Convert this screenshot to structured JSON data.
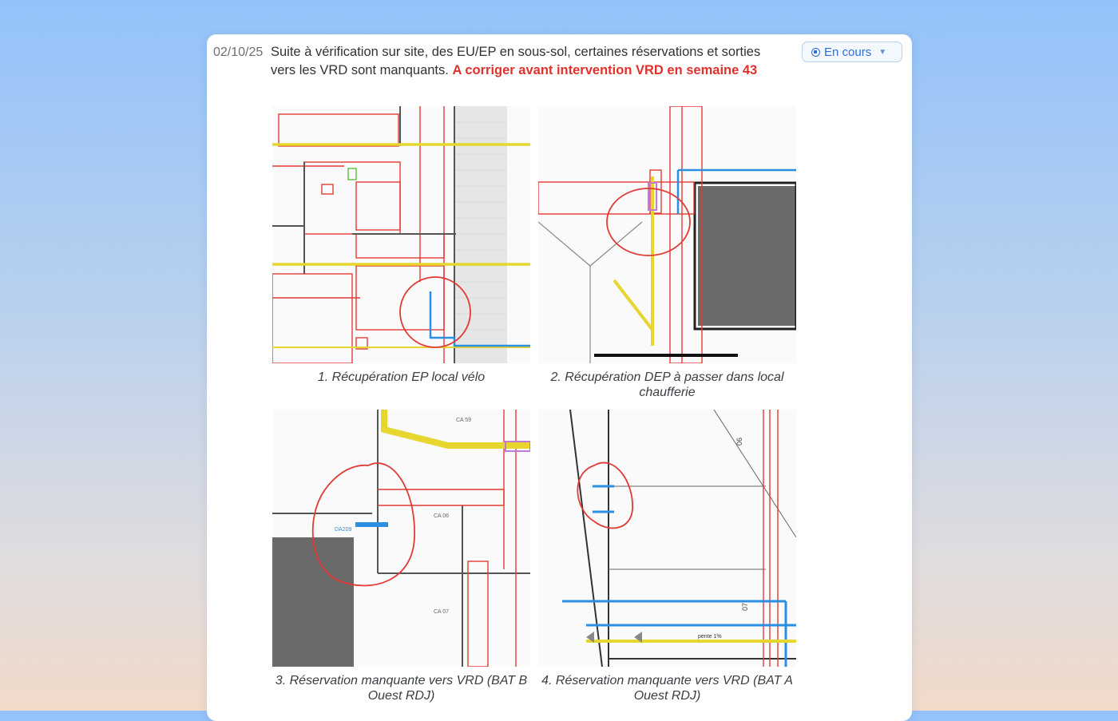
{
  "entry": {
    "date": "02/10/25",
    "note_text": "Suite à vérification sur site, des EU/EP en sous-sol, certaines réservations et sorties vers les VRD sont manquants.",
    "note_alert": "A corriger avant intervention VRD en semaine 43",
    "status_label": "En cours",
    "status_icon": "status-in-progress-icon",
    "accent_color": "#2e6fd8",
    "alert_color": "#e0312d"
  },
  "images": [
    {
      "caption": "1. Récupération EP local vélo"
    },
    {
      "caption": "2. Récupération DEP à passer dans local chaufferie"
    },
    {
      "caption": "3. Réservation manquante vers VRD (BAT B Ouest RDJ)"
    },
    {
      "caption": "4. Réservation manquante vers VRD (BAT A Ouest RDJ)"
    }
  ],
  "plan_labels": {
    "p3": [
      "CA 59",
      "DA209",
      "CA 06",
      "CA 07"
    ],
    "p4": [
      "06",
      "07",
      "pente 1%"
    ]
  }
}
